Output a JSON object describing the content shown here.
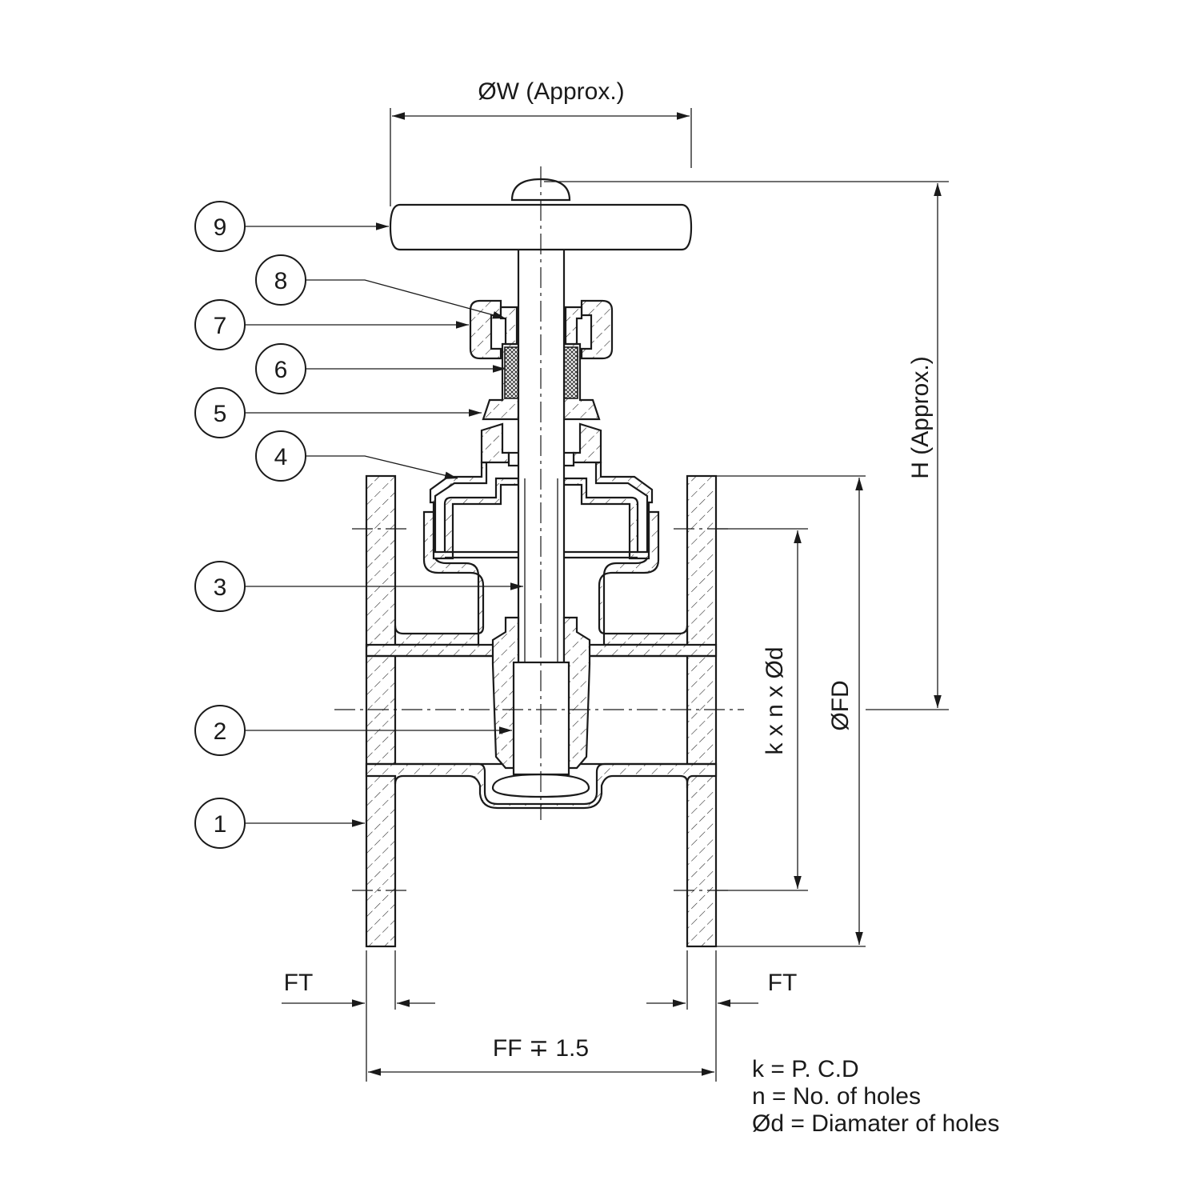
{
  "dimensions": {
    "width_label": "ØW (Approx.)",
    "height_label": "H (Approx.)",
    "pcd_label": "k x n x Ød",
    "flange_dia_label": "ØFD",
    "ft_left": "FT",
    "ft_right": "FT",
    "face_to_face": "FF ∓ 1.5"
  },
  "balloons": [
    {
      "id": "1",
      "label": "1"
    },
    {
      "id": "2",
      "label": "2"
    },
    {
      "id": "3",
      "label": "3"
    },
    {
      "id": "4",
      "label": "4"
    },
    {
      "id": "5",
      "label": "5"
    },
    {
      "id": "6",
      "label": "6"
    },
    {
      "id": "7",
      "label": "7"
    },
    {
      "id": "8",
      "label": "8"
    },
    {
      "id": "9",
      "label": "9"
    }
  ],
  "legend": [
    "k = P. C.D",
    "n = No. of holes",
    "Ød = Diamater of holes"
  ]
}
